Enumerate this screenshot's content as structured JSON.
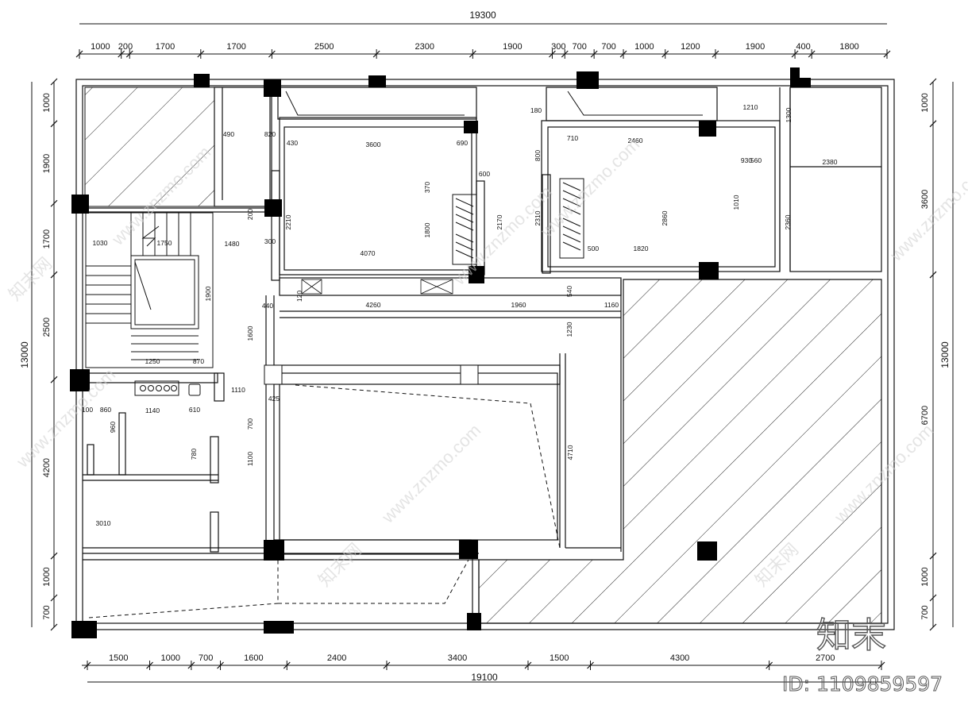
{
  "top_total": "19300",
  "top_dims": [
    "1000",
    "200",
    "1700",
    "1700",
    "2500",
    "2300",
    "1900",
    "300",
    "700",
    "700",
    "1000",
    "1200",
    "1900",
    "400",
    "1800"
  ],
  "bottom_total": "19100",
  "bottom_dims": [
    "1500",
    "1000",
    "700",
    "1600",
    "2400",
    "3400",
    "1500",
    "4300",
    "2700"
  ],
  "left_total": "13000",
  "left_dims": [
    "1000",
    "1900",
    "1700",
    "2500",
    "4200",
    "1000",
    "700"
  ],
  "right_total": "13000",
  "right_dims": [
    "1000",
    "3600",
    "6700",
    "1000",
    "700"
  ],
  "interior_labels": [
    "3600",
    "4070",
    "2210",
    "1800",
    "2170",
    "2460",
    "2860",
    "2310",
    "1820",
    "2380",
    "2360",
    "4260",
    "1960",
    "1160",
    "1480",
    "1750",
    "1030",
    "1900",
    "1250",
    "870",
    "1110",
    "1140",
    "3010",
    "4710",
    "1600",
    "1230",
    "1100",
    "960",
    "780",
    "600",
    "440",
    "430",
    "690",
    "560",
    "710",
    "930",
    "1010",
    "1210",
    "1300",
    "500",
    "700",
    "800",
    "370",
    "540",
    "425",
    "300",
    "200",
    "120",
    "180",
    "820",
    "490",
    "860",
    "610",
    "100"
  ],
  "watermark": "www.znzmo.com",
  "watermark_cn": "知末网",
  "brand_logo": "知末",
  "id_label": "ID: 1109859597",
  "colors": {
    "line": "#111111",
    "column": "#000000",
    "watermark": "#cfcfcf"
  }
}
